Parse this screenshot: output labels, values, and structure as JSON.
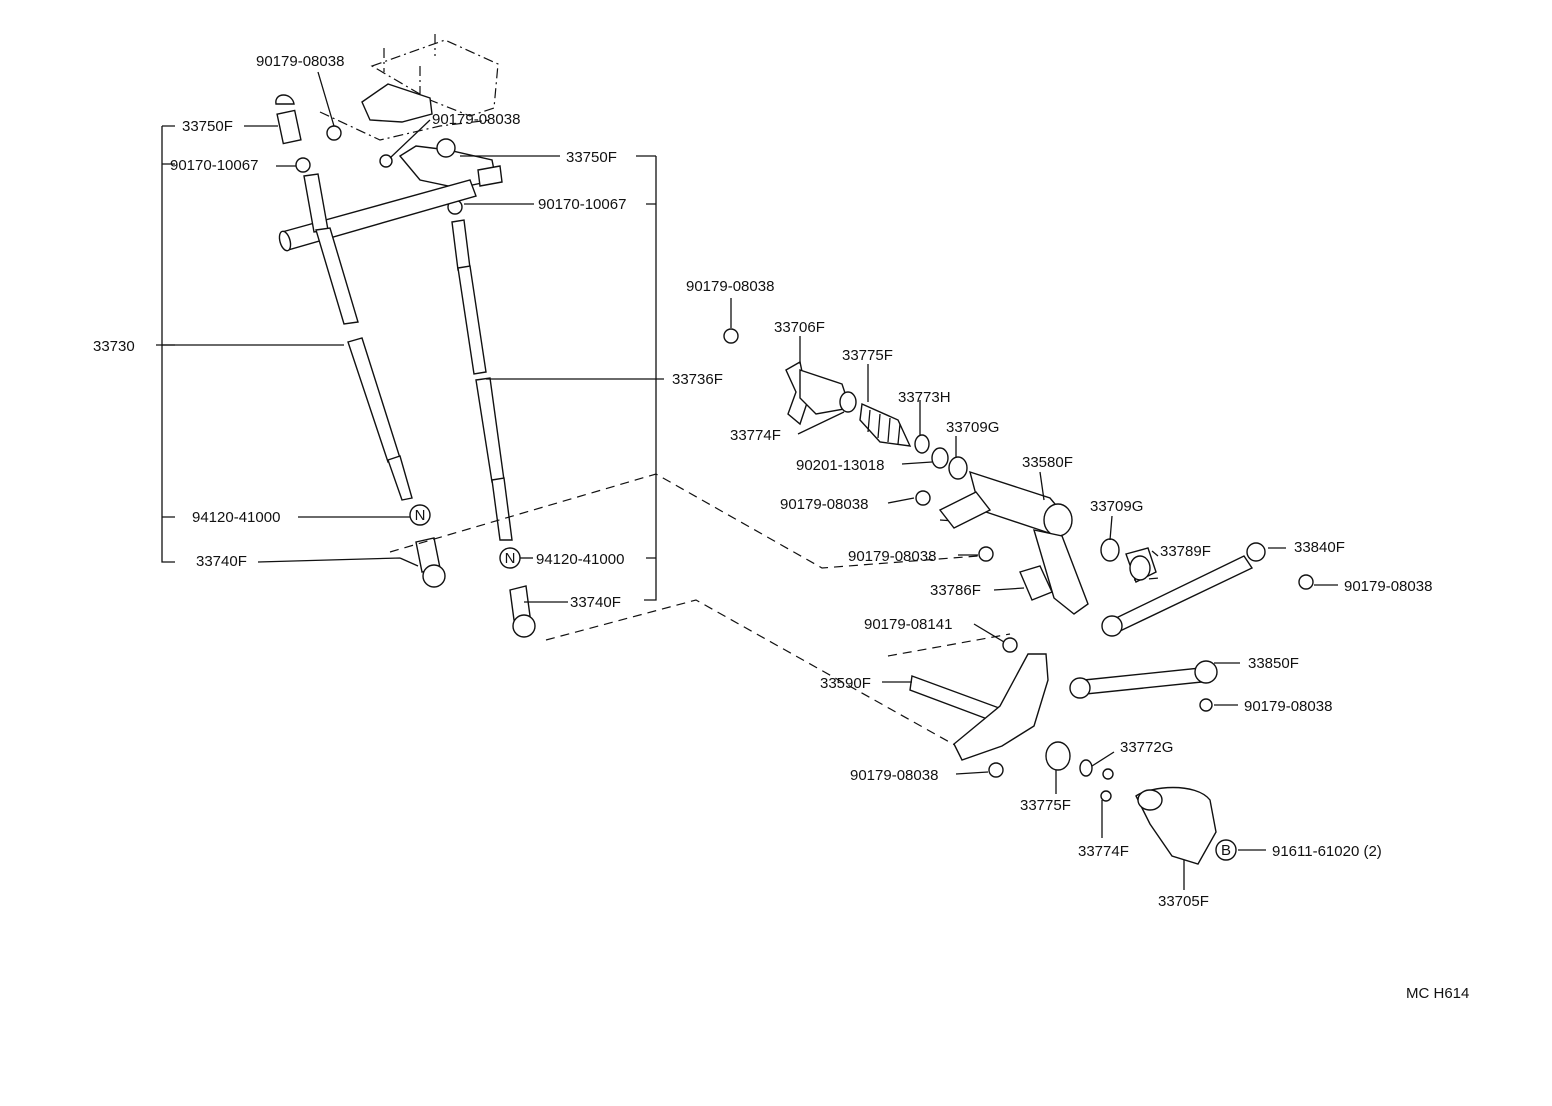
{
  "diagram_code": "MC H614",
  "labels": {
    "l_90179_08038_a": "90179-08038",
    "l_33750f_a": "33750F",
    "l_90179_08038_b": "90179-08038",
    "l_33750f_b": "33750F",
    "l_90170_10067_a": "90170-10067",
    "l_90170_10067_b": "90170-10067",
    "l_33730": "33730",
    "l_33736f": "33736F",
    "l_94120_41000_a": "94120-41000",
    "l_94120_41000_b": "94120-41000",
    "l_33740f_a": "33740F",
    "l_33740f_b": "33740F",
    "l_90179_08038_c": "90179-08038",
    "l_33706f": "33706F",
    "l_33775f_a": "33775F",
    "l_33773h": "33773H",
    "l_33774f_a": "33774F",
    "l_33709g_a": "33709G",
    "l_90201_13018": "90201-13018",
    "l_33580f": "33580F",
    "l_90179_08038_d": "90179-08038",
    "l_33709g_b": "33709G",
    "l_90179_08038_e": "90179-08038",
    "l_33789f": "33789F",
    "l_33840f": "33840F",
    "l_33786f": "33786F",
    "l_90179_08038_f": "90179-08038",
    "l_90179_08141": "90179-08141",
    "l_33850f": "33850F",
    "l_33590f": "33590F",
    "l_90179_08038_g": "90179-08038",
    "l_33772g": "33772G",
    "l_90179_08038_h": "90179-08038",
    "l_33775f_b": "33775F",
    "l_33774f_b": "33774F",
    "l_91611_61020": "91611-61020 (2)",
    "l_33705f": "33705F"
  },
  "markers": {
    "n1": "N",
    "n2": "N",
    "b1": "B"
  }
}
